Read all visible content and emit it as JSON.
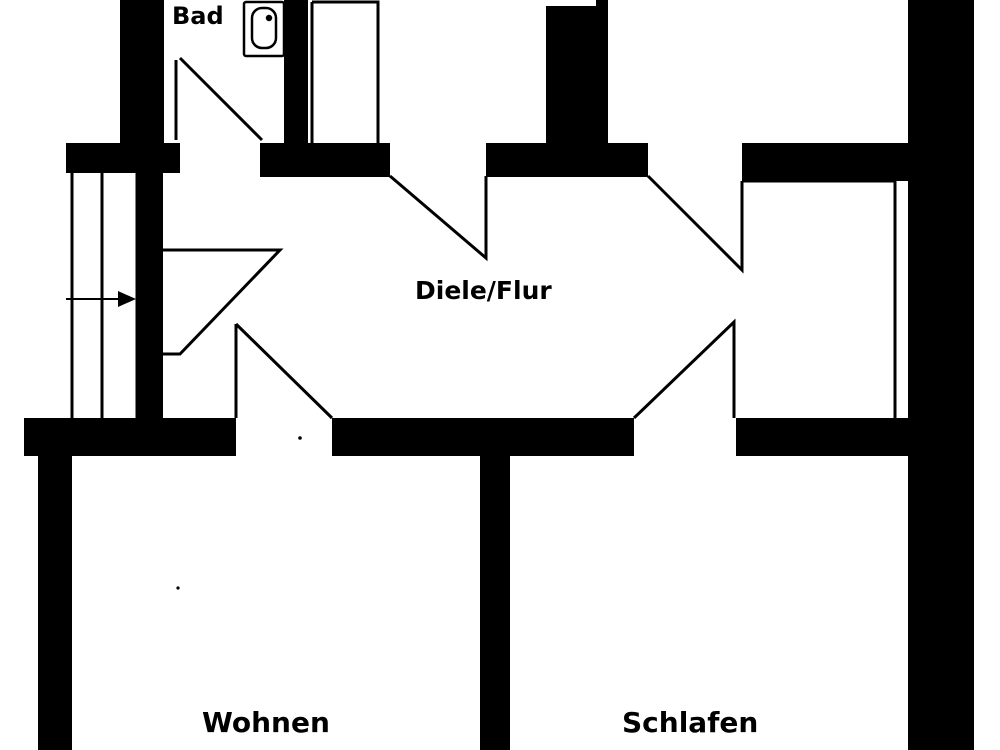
{
  "floor_plan": {
    "rooms": {
      "bad": "Bad",
      "diele_flur": "Diele/Flur",
      "wohnen": "Wohnen",
      "schlafen": "Schlafen"
    },
    "colors": {
      "wall": "#000000",
      "background": "#ffffff"
    },
    "icons": [
      "bathtub-icon",
      "stair-direction-arrow-icon"
    ]
  }
}
